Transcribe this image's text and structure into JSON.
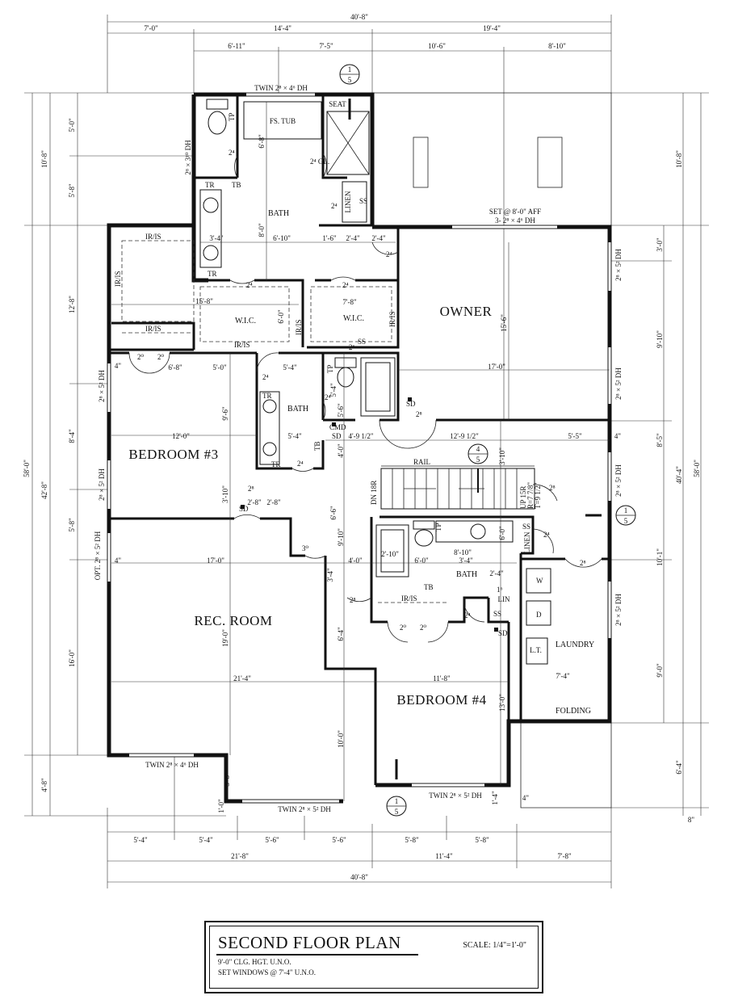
{
  "dims": {
    "top_overall": "40'-8\"",
    "top_row1": [
      "7'-0\"",
      "14'-4\"",
      "19'-4\""
    ],
    "top_row2": [
      "6'-11\"",
      "7'-5\"",
      "10'-6\"",
      "8'-10\""
    ],
    "bottom_row1": [
      "5'-4\"",
      "5'-4\"",
      "5'-6\"",
      "5'-6\"",
      "5'-8\"",
      "5'-8\""
    ],
    "bottom_row2": [
      "21'-8\"",
      "11'-4\"",
      "7'-8\""
    ],
    "bottom_overall": "40'-8\"",
    "left_overall": "58'-0\"",
    "left_outer": [
      "10'-8\"",
      "42'-8\"",
      "4'-8\""
    ],
    "left_inner": [
      "5'-0\"",
      "5'-8\"",
      "12'-8\"",
      "8'-4\"",
      "5'-8\"",
      "16'-0\""
    ],
    "right_overall": "58'-0\"",
    "right_outer": [
      "10'-8\"",
      "40'-4\"",
      "6'-4\"",
      "8\""
    ],
    "right_inner": [
      "3'-0\"",
      "9'-10\"",
      "8'-5\"",
      "10'-1\"",
      "9'-0\""
    ],
    "interior": [
      "6'-8\"",
      "8'-0\"",
      "6'-10\"",
      "3'-4\"",
      "1'-6\"",
      "2'-4\"",
      "2'-4\"",
      "15'-8\"",
      "6'-0\"",
      "7'-8\"",
      "15'-6\"",
      "17'-0\"",
      "6'-8\"",
      "5'-0\"",
      "5'-4\"",
      "9'-6\"",
      "5'-4\"",
      "5'-4\"",
      "5'-6\"",
      "12'-0\"",
      "4'-9 1/2\"",
      "12'-9 1/2\"",
      "5'-5\"",
      "4'-0\"",
      "3'-10\"",
      "3'-10\"",
      "2'-8\"",
      "6'-6\"",
      "9'-10\"",
      "4'-0\"",
      "2'-10\"",
      "6'-0\"",
      "8'-10\"",
      "3'-4\"",
      "6'-0\"",
      "2'-4\"",
      "17'-0\"",
      "3'-4\"",
      "19'-0\"",
      "21'-4\"",
      "6'-4\"",
      "11'-8\"",
      "13'-0\"",
      "10'-0\"",
      "3'-8\"",
      "1'-0\"",
      "1'-4\"",
      "7'-4\"",
      "2'-8\"",
      "4\"",
      "4\"",
      "4\"",
      "4\""
    ]
  },
  "windows": {
    "twin_top": "TWIN 2⁸ × 4⁶ DH",
    "bath_side": "2⁸ × 3¹⁰ DH",
    "owner_top_1": "SET @ 8'-0\" AFF",
    "owner_top_2": "3- 2⁸ × 4⁶ DH",
    "right_dh_1": "2⁸ × 5² DH",
    "right_dh_2": "2⁸ × 5² DH",
    "right_dh_3": "2⁸ × 5² DH",
    "right_dh_4": "2⁸ × 5² DH",
    "left_dh_1": "2⁸ × 5² DH",
    "left_dh_2": "2⁸ × 5² DH",
    "left_dh_opt": "OPT. 2⁸ × 5² DH",
    "twin_rec": "TWIN 2⁸ × 4⁶ DH",
    "twin_bottom": "TWIN 2⁸ × 5² DH",
    "twin_bed4": "TWIN 2⁸ × 5² DH"
  },
  "rooms": {
    "owner": "OWNER",
    "bedroom3": "BEDROOM #3",
    "rec": "REC. ROOM",
    "bedroom4": "BEDROOM #4",
    "bath_owner": "BATH",
    "bath_b3": "BATH",
    "bath_b4": "BATH",
    "wic1": "W.I.C.",
    "wic2": "W.I.C.",
    "laundry": "LAUNDRY",
    "folding": "FOLDING",
    "fs_tub": "FS. TUB",
    "seat": "SEAT",
    "linen1": "LINEN",
    "linen2": "LINEN",
    "lin": "LIN"
  },
  "labels": {
    "door_2_4": "2⁴",
    "door_2_0": "2⁰",
    "door_2_8": "2⁸",
    "door_3_0": "3⁰",
    "door_2_4_gl": "2⁴ GL.",
    "door_2_6": "2⁶",
    "door_1_6": "1⁶",
    "tr": "TR",
    "tb": "TB",
    "tp": "TP",
    "ss": "SS",
    "sd": "SD",
    "cmd": "CMD",
    "irs": "IR/IS",
    "rail": "RAIL",
    "dn": "DN 18R",
    "up_1": "UP 15R",
    "up_2": "R=7 7/8\"",
    "up_3": "T=9 1/2\"",
    "washer": "W",
    "dryer": "D",
    "lt": "L.T.",
    "section_top_num": "1",
    "section_top_den": "5",
    "section_mid_num": "4",
    "section_mid_den": "5",
    "section_right_num": "1",
    "section_right_den": "5",
    "section_bot_num": "1",
    "section_bot_den": "5"
  },
  "title_block": {
    "title": "SECOND FLOOR PLAN",
    "scale": "SCALE: 1/4\"=1'-0\"",
    "note1": "9'-0\" CLG. HGT. U.N.O.",
    "note2": "SET WINDOWS @ 7'-4\" U.N.O."
  }
}
